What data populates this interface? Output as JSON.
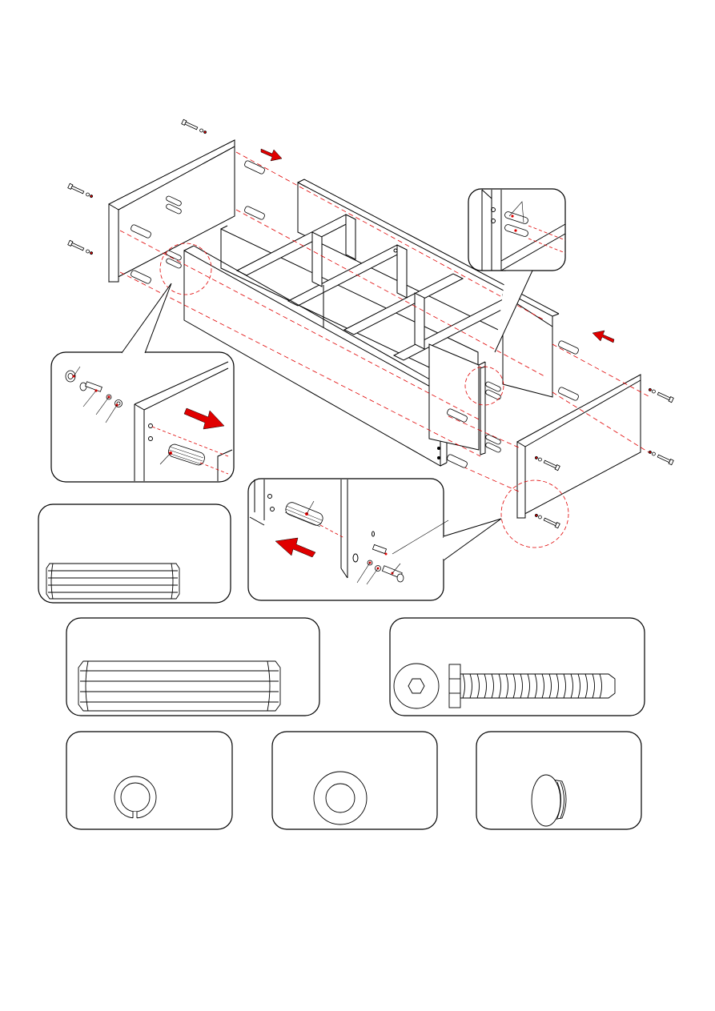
{
  "page": {
    "title": "",
    "background": "#ffffff",
    "line_color": "#000000",
    "accent_color": "#e00000",
    "dash_color": "#e00000"
  },
  "main_assembly": {
    "description_labels": [],
    "arrows": [
      "push-left-panel-arrow",
      "push-right-panel-arrow",
      "detail-push-arrow"
    ]
  },
  "detail_callouts": [
    {
      "id": "detail-top-right",
      "content": "dowel-pair-closeup"
    },
    {
      "id": "detail-left",
      "content": "bolt-washer-dowel-closeup"
    },
    {
      "id": "detail-bottom-center",
      "content": "dowel-screw-closeup"
    }
  ],
  "parts_legend": [
    {
      "id": "short-dowel",
      "icon": "short-dowel-icon",
      "label": "",
      "qty": ""
    },
    {
      "id": "long-dowel",
      "icon": "long-dowel-icon",
      "label": "",
      "qty": ""
    },
    {
      "id": "hex-bolt",
      "icon": "hex-bolt-icon",
      "label": "",
      "qty": ""
    },
    {
      "id": "split-washer",
      "icon": "split-washer-icon",
      "label": "",
      "qty": ""
    },
    {
      "id": "flat-washer",
      "icon": "flat-washer-icon",
      "label": "",
      "qty": ""
    },
    {
      "id": "cap-plug",
      "icon": "cap-plug-icon",
      "label": "",
      "qty": ""
    }
  ]
}
